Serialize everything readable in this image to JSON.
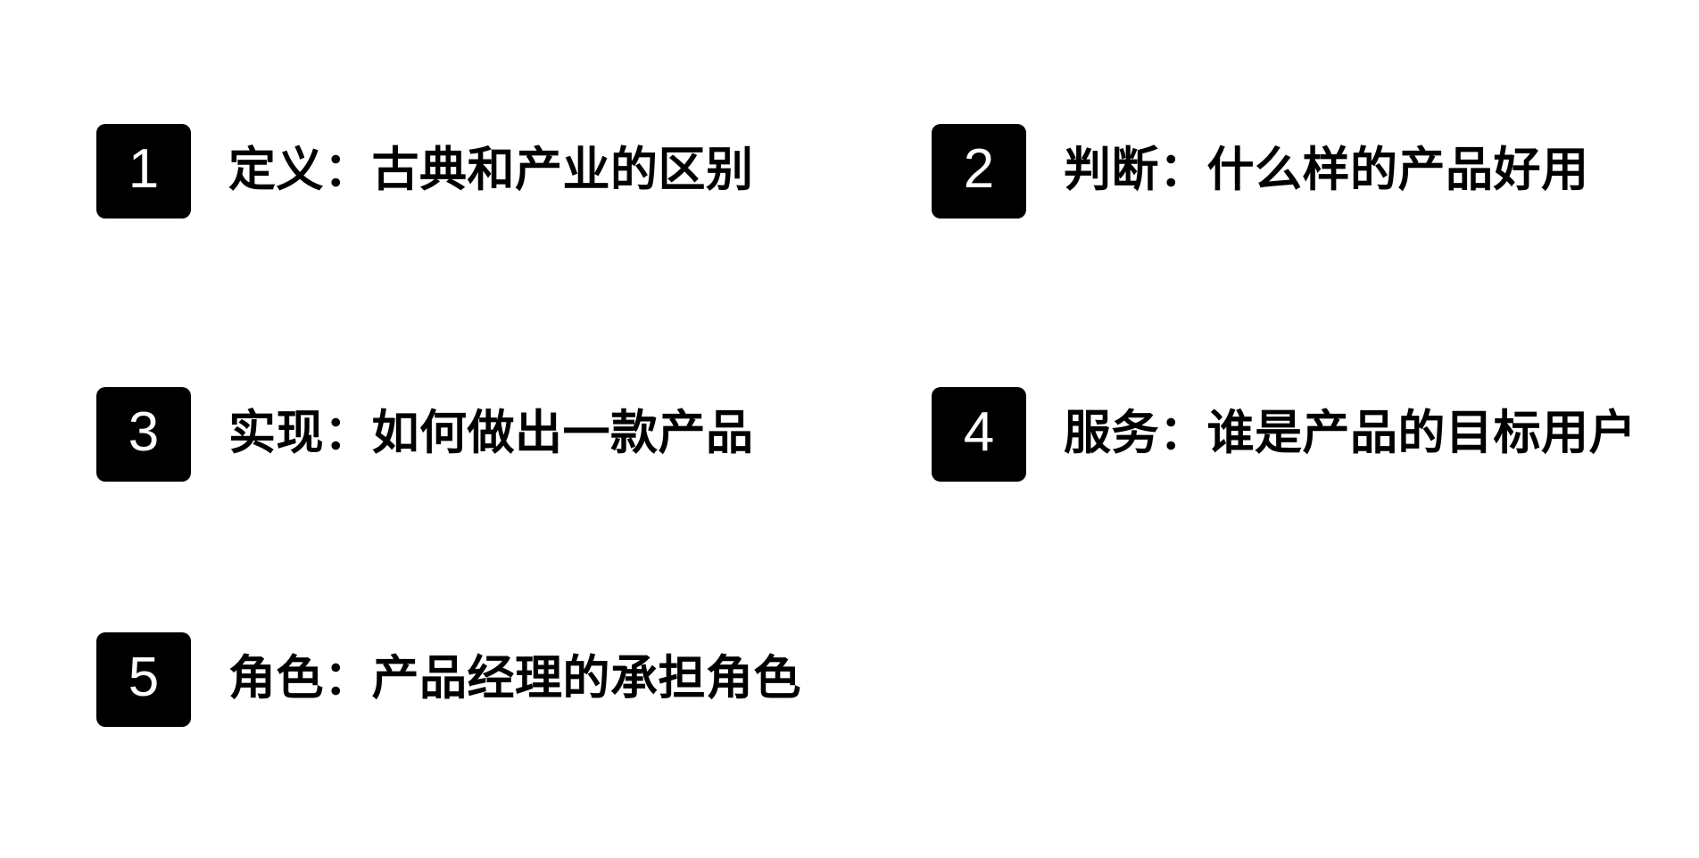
{
  "slide": {
    "background_color": "#ffffff",
    "badge_color": "#000000",
    "badge_text_color": "#ffffff",
    "title_color": "#000000",
    "columns": 2,
    "item_count": 5
  },
  "agenda": {
    "items": [
      {
        "number": "1",
        "title": "定义：古典和产业的区别"
      },
      {
        "number": "2",
        "title": "判断：什么样的产品好用"
      },
      {
        "number": "3",
        "title": "实现：如何做出一款产品"
      },
      {
        "number": "4",
        "title": "服务：谁是产品的目标用户"
      },
      {
        "number": "5",
        "title": "角色：产品经理的承担角色"
      }
    ]
  }
}
